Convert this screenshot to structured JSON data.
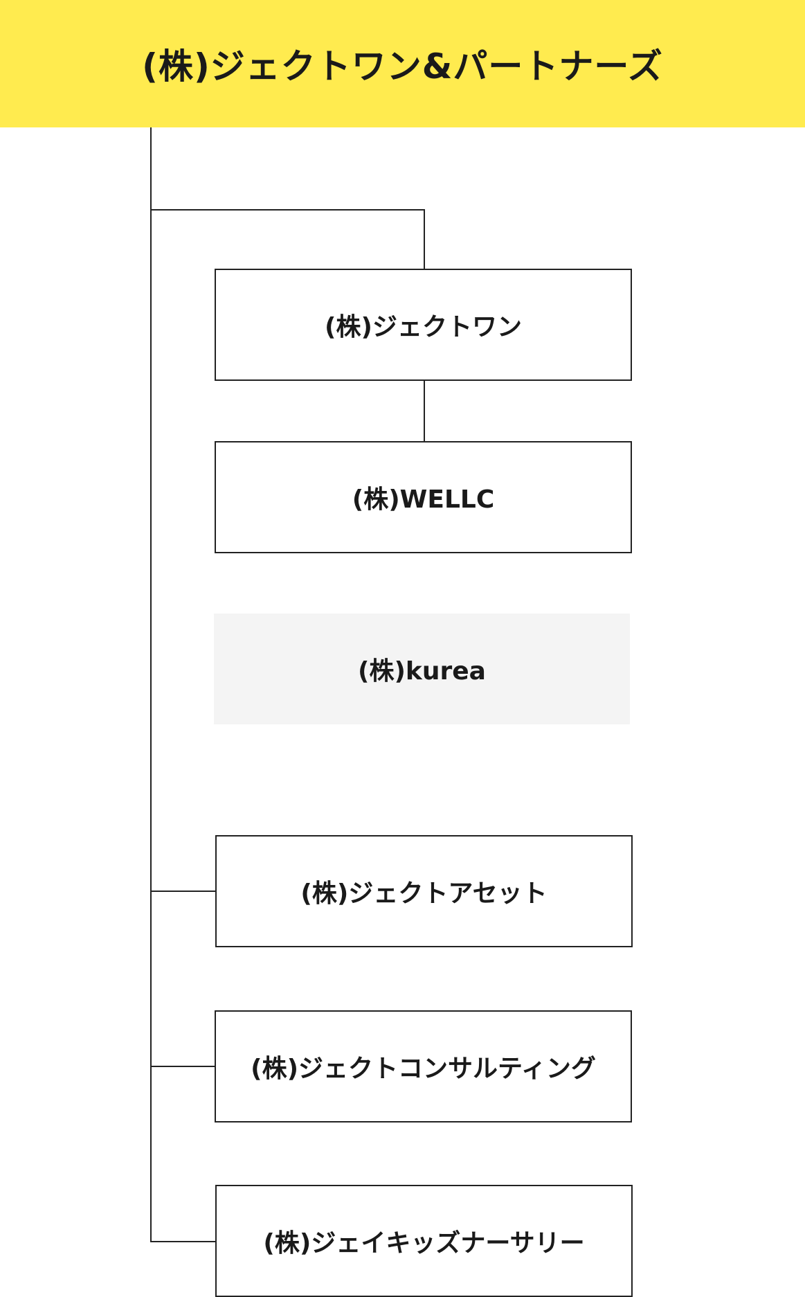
{
  "root": {
    "name": "(株)ジェクトワン&パートナーズ"
  },
  "companies": {
    "ject_one": "(株)ジェクトワン",
    "wellc": "(株)WELLC",
    "kurea": "(株)kurea",
    "ject_asset": "(株)ジェクトアセット",
    "ject_consulting": "(株)ジェクトコンサルティング",
    "j_kids_nursery": "(株)ジェイキッズナーサリー"
  }
}
